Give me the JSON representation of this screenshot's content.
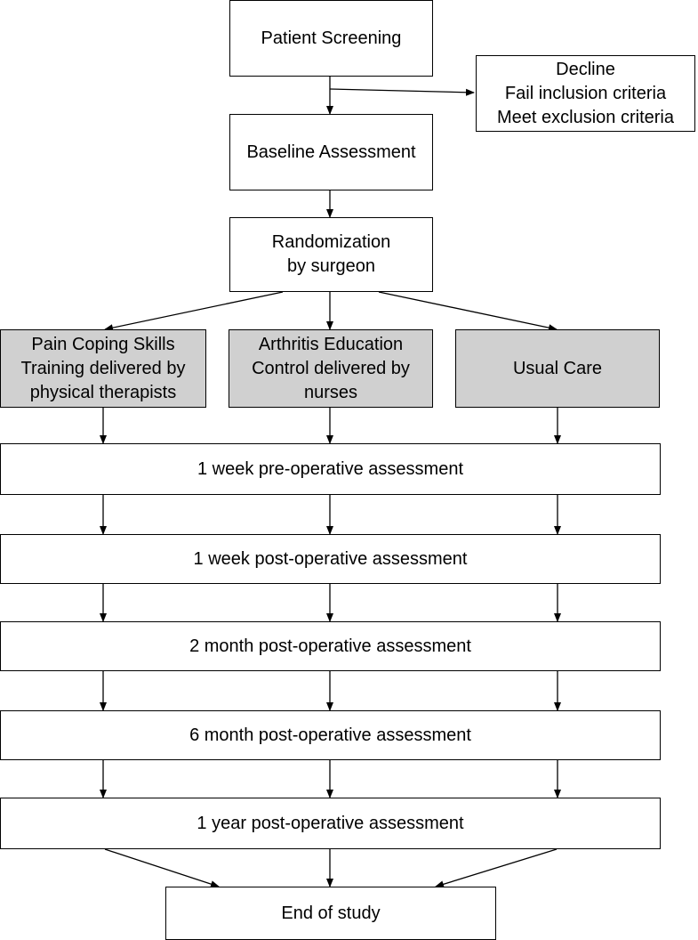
{
  "screening": "Patient Screening",
  "exclusion": {
    "lines": [
      "Decline",
      "Fail inclusion criteria",
      "Meet exclusion criteria"
    ]
  },
  "baseline": "Baseline Assessment",
  "randomization": "Randomization\n by surgeon",
  "arms": {
    "pcst": "Pain Coping Skills\nTraining delivered by\nphysical therapists",
    "education": "Arthritis Education\nControl delivered by\nnurses",
    "usual": "Usual Care"
  },
  "assessments": {
    "pre_1wk": "1 week pre-operative assessment",
    "post_1wk": "1 week post-operative assessment",
    "post_2mo": "2 month post-operative assessment",
    "post_6mo": "6 month post-operative assessment",
    "post_1yr": "1 year post-operative assessment"
  },
  "end": "End of study"
}
